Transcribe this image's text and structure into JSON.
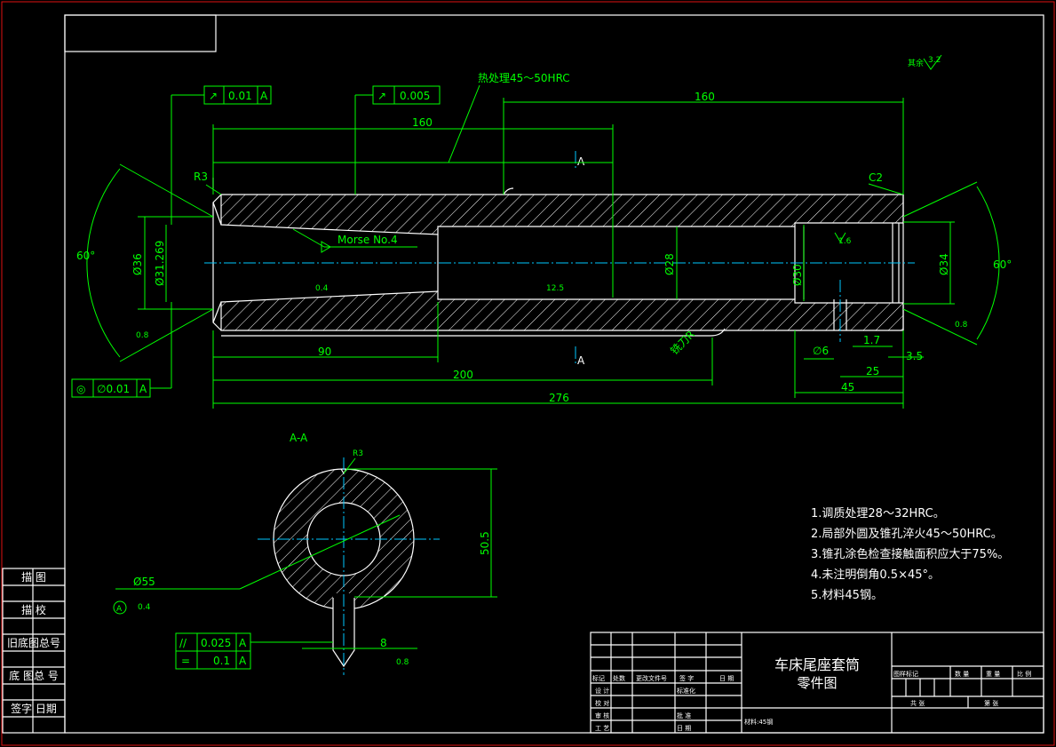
{
  "drawing": {
    "title_line1": "车床尾座套筒",
    "title_line2": "零件图",
    "material_label": "材料:45钢",
    "roughness_other": "其余",
    "roughness_other_value": "3.2",
    "heat_treat": "热处理45～50HRC",
    "morse": "Morse No.4",
    "section_label": "A-A",
    "chamfer_c2": "C2",
    "chamfer_r3": "R3",
    "section_mark": "A",
    "key_slot_label": "铣刀R"
  },
  "tolerances": {
    "runout_top": {
      "symbol": "↗",
      "value": "0.01",
      "datum": "A"
    },
    "runout_mid": {
      "symbol": "↗",
      "value": "0.005"
    },
    "concentric": {
      "symbol": "◎",
      "value": "∅0.01",
      "datum": "A"
    },
    "parallel": {
      "symbol": "//",
      "value": "0.025",
      "datum": "A"
    },
    "symmetry": {
      "symbol": "=",
      "value": "0.1",
      "datum": "A"
    }
  },
  "dims": {
    "d160_left": "160",
    "d160_right": "160",
    "d90": "90",
    "d200": "200",
    "d276": "276",
    "d45": "45",
    "d25": "25",
    "d1_7": "1.7",
    "d3_5": "3.5",
    "d6": "∅6",
    "dia36": "Ø36",
    "dia31": "Ø31.269",
    "dia28": "Ø28",
    "dia30": "Ø30",
    "dia34": "Ø34",
    "ang_left": "60°",
    "ang_right": "60°",
    "dia55": "Ø55",
    "d50_5": "50.5",
    "d8": "8",
    "r_small": "R3",
    "ra_16": "1.6",
    "ra_04": "0.4",
    "ra_125": "12.5",
    "ra_08": "0.8"
  },
  "notes": [
    "1.调质处理28～32HRC。",
    "2.局部外圆及锥孔淬火45～50HRC。",
    "3.锥孔涂色检查接触面积应大于75%。",
    "4.未注明倒角0.5×45°。",
    "5.材料45钢。"
  ],
  "side_block": [
    "描 图",
    "描 校",
    "旧底图总号",
    "底 图总 号",
    "签字 日期"
  ],
  "title_block": {
    "row_headers": [
      "标记",
      "处数",
      "更改文件号",
      "签 字",
      "日 期"
    ],
    "rows": [
      [
        "设 计",
        "",
        "标准化",
        ""
      ],
      [
        "校 对",
        "",
        "",
        ""
      ],
      [
        "审 核",
        "",
        "批 准",
        ""
      ],
      [
        "工 艺",
        "",
        "日 期",
        ""
      ]
    ],
    "right_headers": [
      "图样标记",
      "数 量",
      "重 量",
      "比 例"
    ],
    "sheet_info": [
      "共 张",
      "第 张"
    ]
  }
}
